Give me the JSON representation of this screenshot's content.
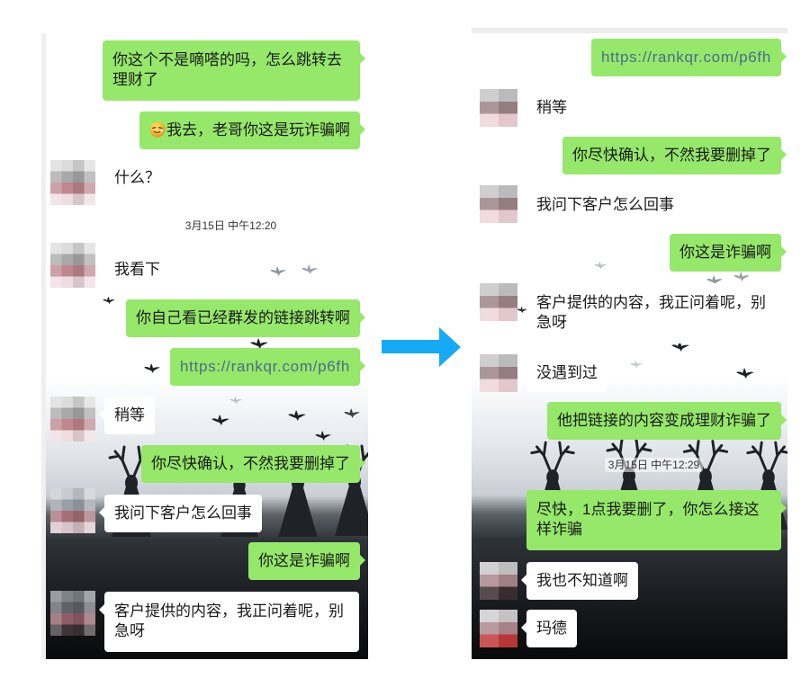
{
  "left_screenshot": {
    "avatar_style": "pixelated",
    "messages": [
      {
        "side": "sent",
        "text": "你这个不是嘀嗒的吗，怎么跳转去理财了"
      },
      {
        "side": "sent",
        "emoji": "smirk-emoji",
        "text": "我去，老哥你这是玩诈骗啊"
      },
      {
        "side": "received",
        "text": "什么？"
      },
      {
        "type": "timestamp",
        "text": "3月15日 中午12:20"
      },
      {
        "side": "received",
        "text": "我看下"
      },
      {
        "side": "sent",
        "text": "你自己看已经群发的链接跳转啊"
      },
      {
        "side": "sent",
        "type": "link",
        "text": "https://rankqr.com/p6fh"
      },
      {
        "side": "received",
        "text": "稍等"
      },
      {
        "side": "sent",
        "text": "你尽快确认，不然我要删掉了"
      },
      {
        "side": "received",
        "text": "我问下客户怎么回事"
      },
      {
        "side": "sent",
        "text": "你这是诈骗啊"
      },
      {
        "side": "received",
        "text": "客户提供的内容，我正问着呢，别急呀"
      }
    ]
  },
  "arrow": {
    "direction": "right",
    "icon": "arrow-right-icon",
    "color": "#16a9f5"
  },
  "right_screenshot": {
    "avatar_style": "pixelated",
    "messages": [
      {
        "side": "sent",
        "type": "link",
        "text": "https://rankqr.com/p6fh"
      },
      {
        "side": "received",
        "text": "稍等"
      },
      {
        "side": "sent",
        "text": "你尽快确认，不然我要删掉了"
      },
      {
        "side": "received",
        "text": "我问下客户怎么回事"
      },
      {
        "side": "sent",
        "text": "你这是诈骗啊"
      },
      {
        "side": "received",
        "text": "客户提供的内容，我正问着呢，别急呀"
      },
      {
        "side": "received",
        "text": "没遇到过"
      },
      {
        "side": "sent",
        "text": "他把链接的内容变成理财诈骗了"
      },
      {
        "type": "timestamp",
        "text": "3月15日 中午12:29"
      },
      {
        "side": "sent",
        "text": "尽快，1点我要删了，你怎么接这样诈骗"
      },
      {
        "side": "received",
        "text": "我也不知道啊"
      },
      {
        "side": "received",
        "text": "玛德"
      }
    ]
  },
  "colors": {
    "sent_bubble": "#95e86a",
    "received_bubble": "#ffffff",
    "link_text": "#4b6d88",
    "arrow": "#16a9f5"
  }
}
